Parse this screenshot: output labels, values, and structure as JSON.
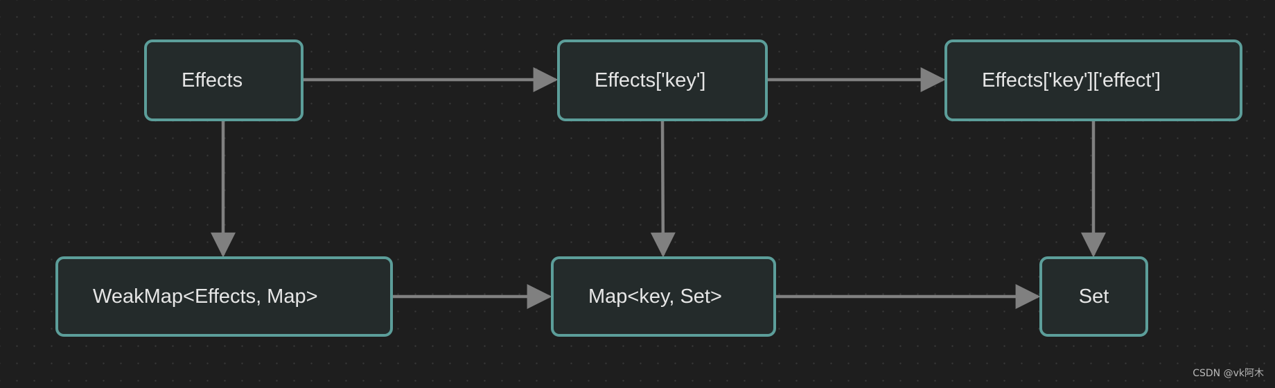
{
  "diagram": {
    "nodes": [
      {
        "id": "effects",
        "label": "Effects"
      },
      {
        "id": "effects_key",
        "label": "Effects['key']"
      },
      {
        "id": "effects_key_effect",
        "label": "Effects['key']['effect']"
      },
      {
        "id": "weakmap",
        "label": "WeakMap<Effects, Map>"
      },
      {
        "id": "map",
        "label": "Map<key, Set>"
      },
      {
        "id": "set",
        "label": "Set"
      }
    ],
    "edges": [
      {
        "from": "effects",
        "to": "effects_key"
      },
      {
        "from": "effects_key",
        "to": "effects_key_effect"
      },
      {
        "from": "effects",
        "to": "weakmap"
      },
      {
        "from": "effects_key",
        "to": "map"
      },
      {
        "from": "effects_key_effect",
        "to": "set"
      },
      {
        "from": "weakmap",
        "to": "map"
      },
      {
        "from": "map",
        "to": "set"
      }
    ]
  },
  "watermark": "CSDN @vk阿木",
  "colors": {
    "background": "#1e1e1e",
    "node_border": "#5c9e9a",
    "node_fill": "#242b2b",
    "node_text": "#e6e6e6",
    "edge": "#808080"
  }
}
